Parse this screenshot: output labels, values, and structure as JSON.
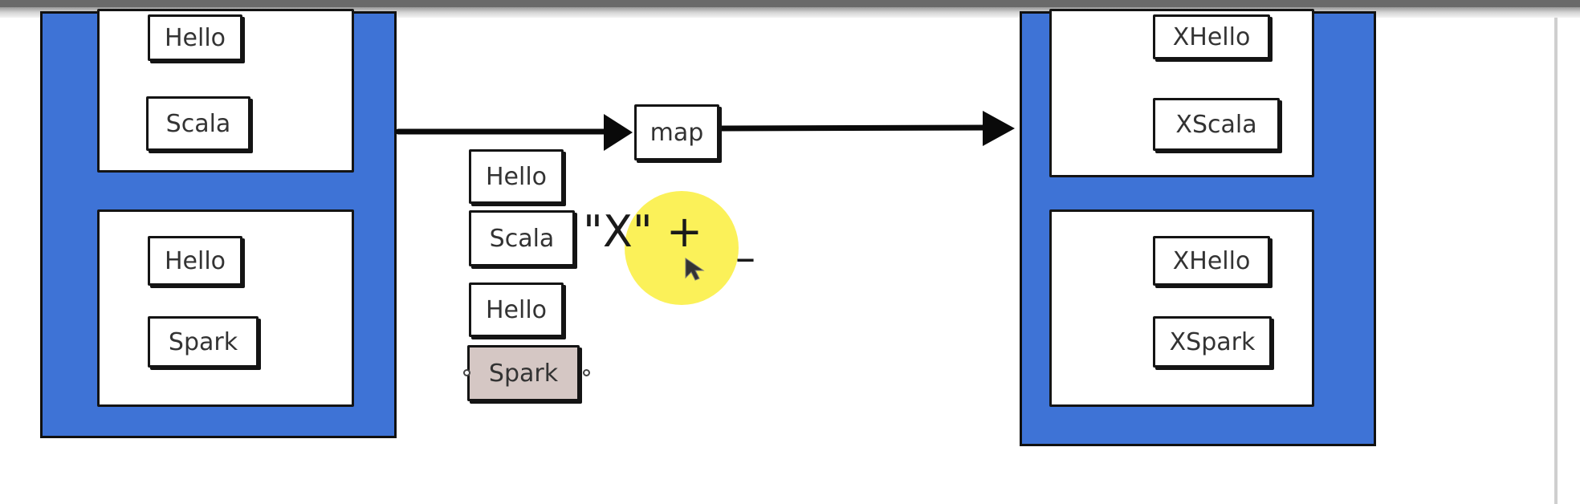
{
  "diagram": {
    "operation_label": "map",
    "function_label": "\"X\" +",
    "minus_label": "–",
    "left_rdd": {
      "partitions": [
        {
          "items": [
            "Hello",
            "Scala"
          ]
        },
        {
          "items": [
            "Hello",
            "Spark"
          ]
        }
      ]
    },
    "middle_elements": [
      "Hello",
      "Scala",
      "Hello",
      "Spark"
    ],
    "selected_middle_index": 3,
    "right_rdd": {
      "partitions": [
        {
          "items": [
            "XHello",
            "XScala"
          ]
        },
        {
          "items": [
            "XHello",
            "XSpark"
          ]
        }
      ]
    },
    "colors": {
      "partition_fill": "#3e73d6",
      "outline": "#141414",
      "selected_fill": "#d5c7c4",
      "cursor_highlight": "#faee3c"
    }
  }
}
